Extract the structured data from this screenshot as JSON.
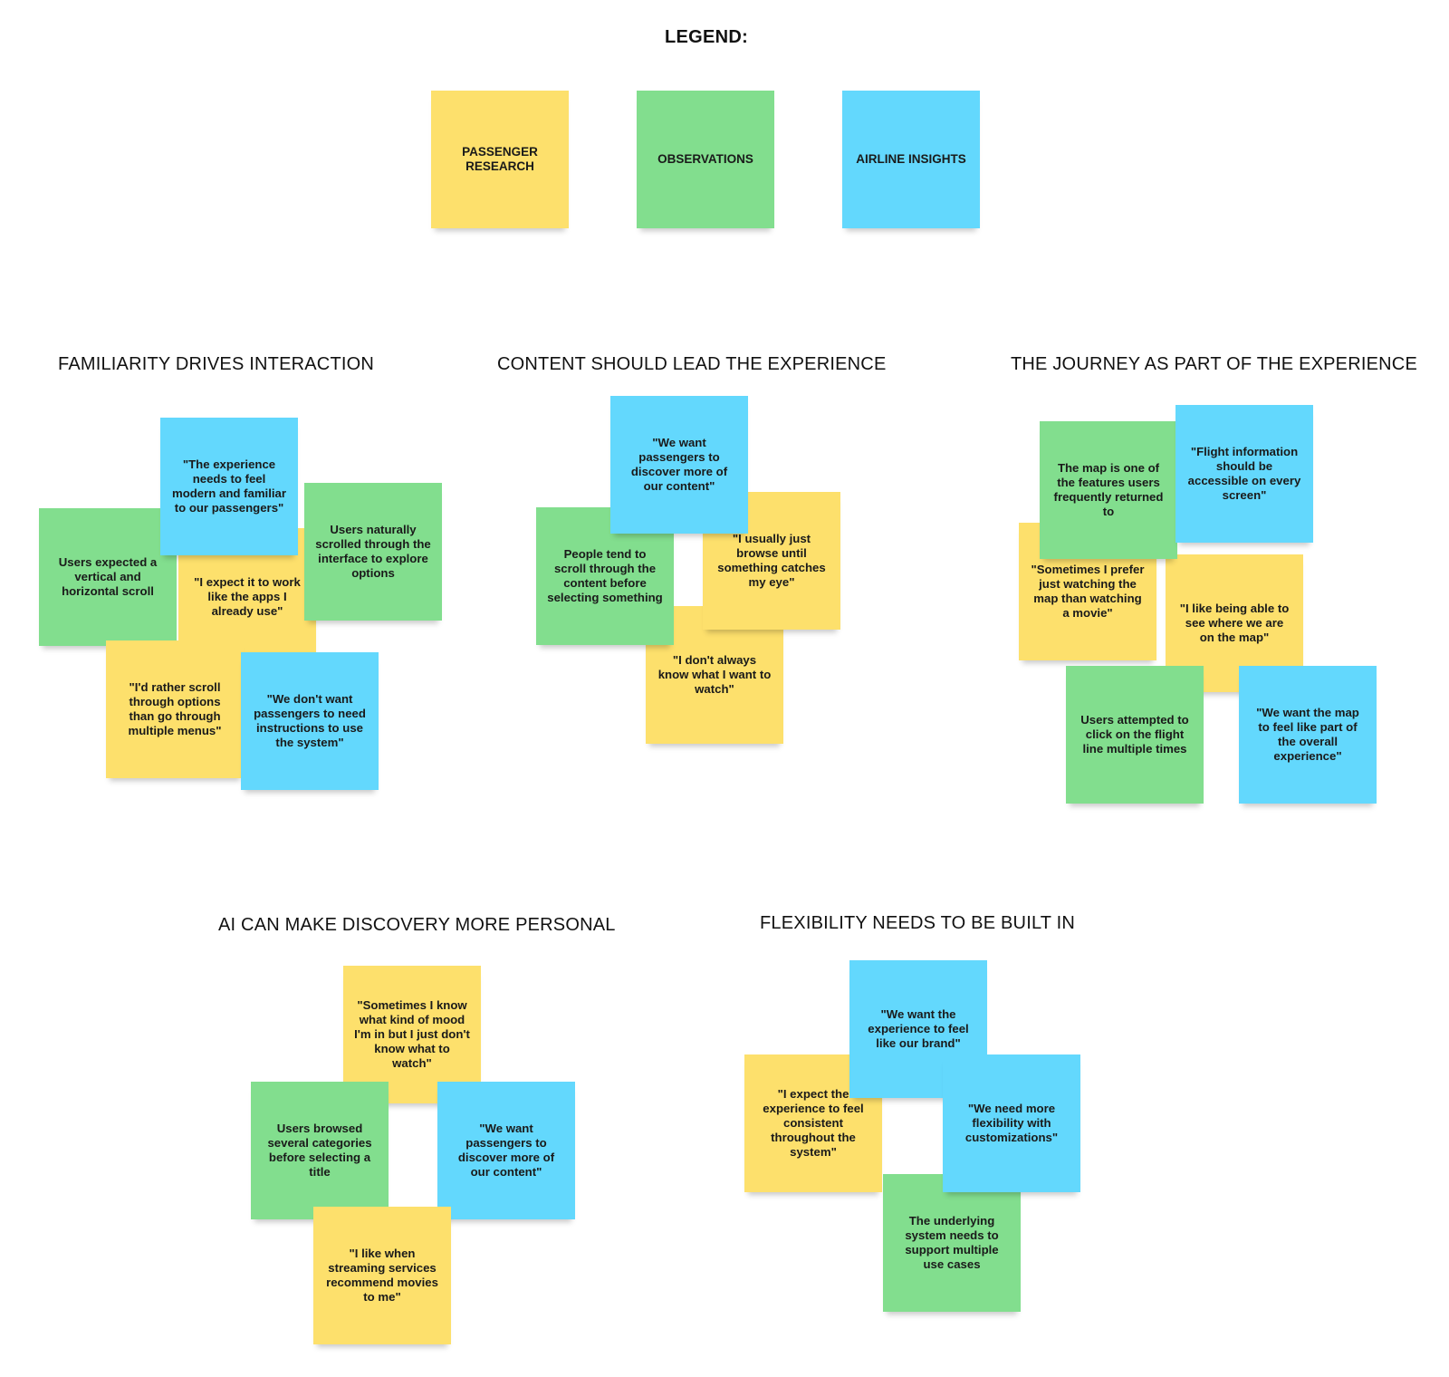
{
  "legend": {
    "title": "LEGEND:",
    "items": [
      {
        "label": "PASSENGER RESEARCH",
        "color": "#fde06c"
      },
      {
        "label": "OBSERVATIONS",
        "color": "#82de8e"
      },
      {
        "label": "AIRLINE INSIGHTS",
        "color": "#63d8fd"
      }
    ]
  },
  "colors": {
    "passenger_research": "#fde06c",
    "observations": "#82de8e",
    "airline_insights": "#63d8fd"
  },
  "groups": [
    {
      "title": "FAMILIARITY DRIVES INTERACTION",
      "notes": [
        "Users expected a vertical and horizontal scroll",
        "\"I expect it to work like the apps I already use\"",
        "\"The experience needs to feel modern and familiar to our passengers\"",
        "Users naturally scrolled through the interface to explore options",
        "\"I'd rather scroll through options than go through multiple menus\"",
        "\"We don't want passengers to need instructions to use the system\""
      ]
    },
    {
      "title": "CONTENT SHOULD LEAD THE EXPERIENCE",
      "notes": [
        "\"We want passengers to discover more of our content\"",
        "People tend to scroll through the content before selecting something",
        "\"I usually just browse until something catches my eye\"",
        "\"I don't always know what I want to watch\""
      ]
    },
    {
      "title": "THE JOURNEY AS  PART OF THE EXPERIENCE",
      "notes": [
        "\"Sometimes I prefer just watching the map than watching a movie\"",
        "The map is one of the features users frequently returned to",
        "\"Flight information should be accessible on every screen\"",
        "\"I like being able to see where we are on the map\"",
        "Users attempted to click on the flight line multiple times",
        "\"We want the map to feel like part of the overall experience\""
      ]
    },
    {
      "title": "AI CAN MAKE DISCOVERY MORE PERSONAL",
      "notes": [
        "\"Sometimes I know what kind of mood I'm in but I just don't know what to watch\"",
        "Users browsed several categories before selecting a title",
        "\"We want passengers to discover more of our content\"",
        "\"I like when streaming services recommend movies to me\""
      ]
    },
    {
      "title": "FLEXIBILITY NEEDS TO BE BUILT IN",
      "notes": [
        "\"I expect the experience to feel consistent throughout the system\"",
        "\"We want the experience to feel like our brand\"",
        "The underlying system needs to support multiple use cases",
        "\"We need more flexibility with customizations\""
      ]
    }
  ]
}
